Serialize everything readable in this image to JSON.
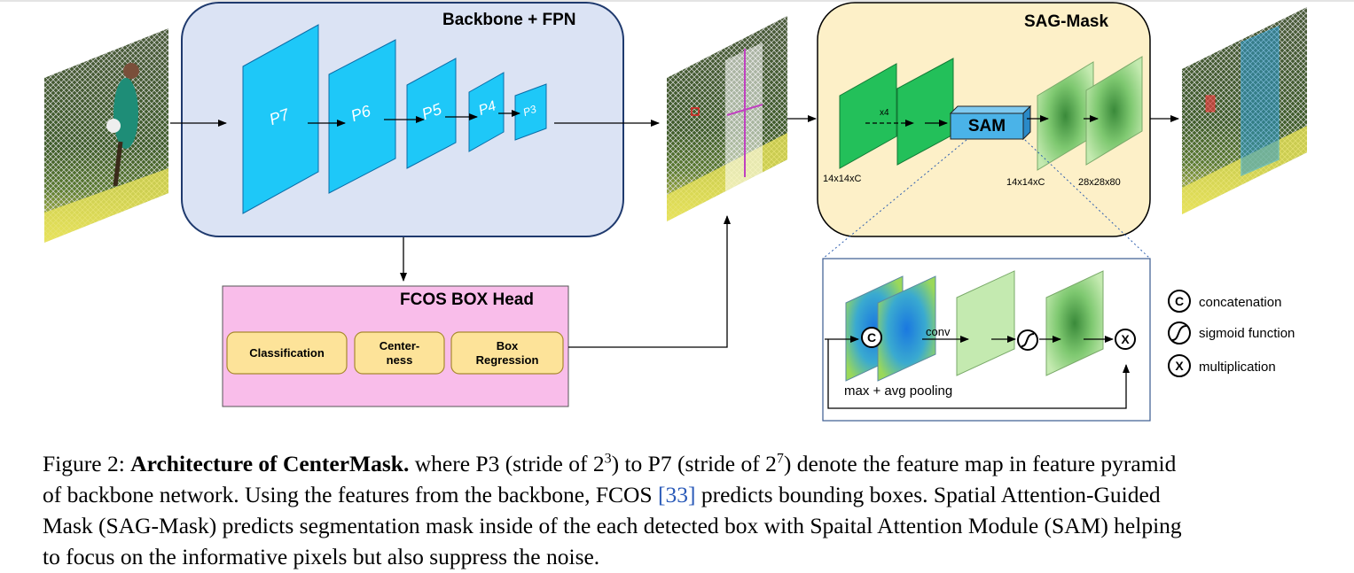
{
  "diagram": {
    "backbone_title": "Backbone + FPN",
    "sag_title": "SAG-Mask",
    "fcos_title": "FCOS BOX Head",
    "pyramid_levels": [
      "P7",
      "P6",
      "P5",
      "P4",
      "P3"
    ],
    "head_boxes": [
      "Classification",
      "Center-\nness",
      "Box\nRegression"
    ],
    "sam_label": "SAM",
    "x4_label": "x4",
    "dims": [
      "14x14xC",
      "14x14xC",
      "28x28x80"
    ],
    "detail": {
      "conv_label": "conv",
      "pool_label": "max + avg pooling"
    },
    "legend": [
      {
        "symbol": "C",
        "label": "concatenation"
      },
      {
        "symbol": "S",
        "label": "sigmoid function"
      },
      {
        "symbol": "X",
        "label": "multiplication"
      }
    ],
    "colors": {
      "backbone_bg": "#dbe3f4",
      "sag_bg": "#fdf0c8",
      "fcos_bg": "#f9bdea",
      "pyramid": "#1ec8f8",
      "head_box": "#fde399",
      "feature_green": "#23c05a",
      "sam_box": "#4ab3e8"
    }
  },
  "caption": {
    "prefix": "Figure 2: ",
    "bold": "Architecture of CenterMask.",
    "l1a": " where P3 (stride of 2",
    "sup1": "3",
    "l1b": ") to P7 (stride of 2",
    "sup2": "7",
    "l1c": ") denote the feature map in feature pyramid",
    "l2a": "of backbone network. Using the features from the backbone, FCOS ",
    "cite": "[33]",
    "l2b": " predicts bounding boxes. Spatial Attention-Guided",
    "l3": "Mask (SAG-Mask) predicts segmentation mask inside of the each detected box with Spaital Attention Module (SAM) helping",
    "l4": "to focus on the informative pixels but also suppress the noise."
  }
}
